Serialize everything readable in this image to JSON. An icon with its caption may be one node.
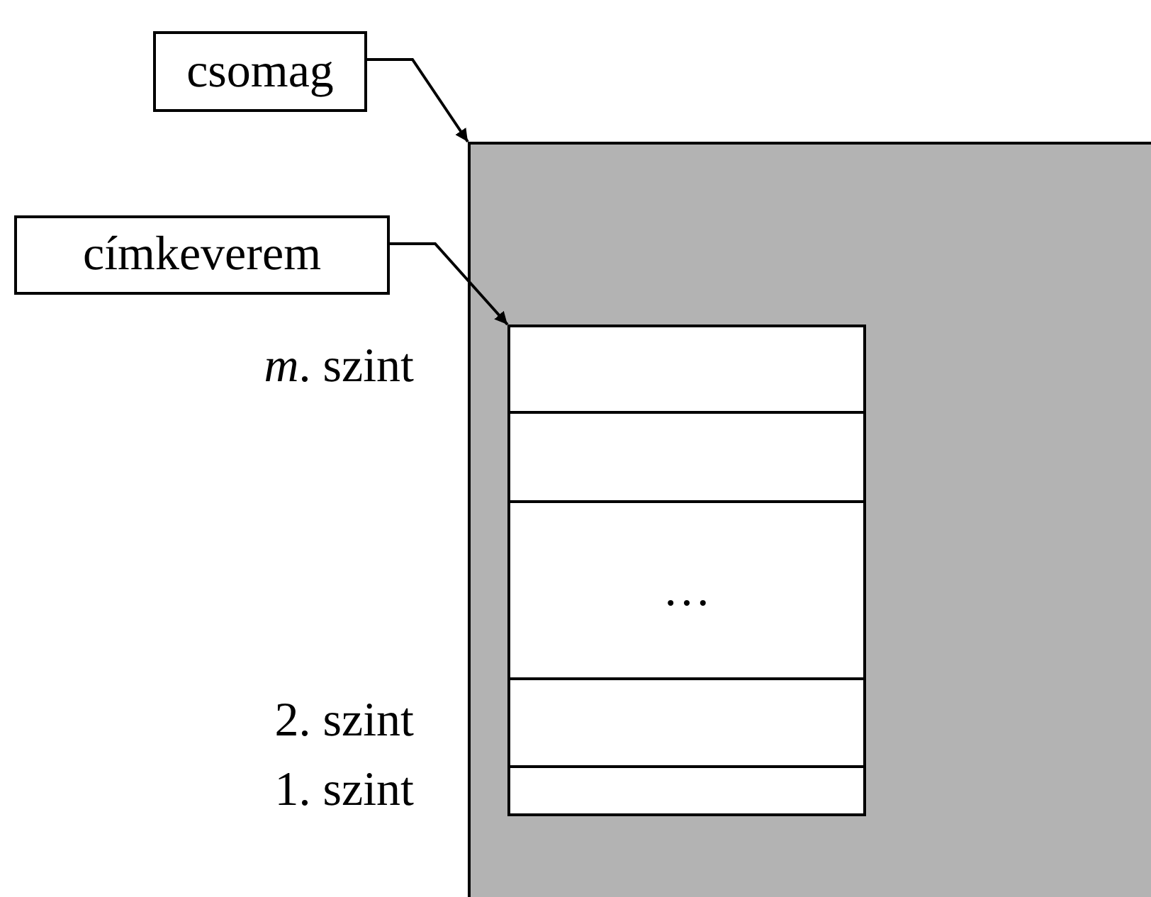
{
  "diagram": {
    "nodes": [
      {
        "text": [
          "csomag"
        ]
      },
      {
        "text": [],
        "shape": "box"
      },
      {
        "text": [
          "címkeverem"
        ]
      },
      {
        "text": [],
        "shape": "box",
        "in": 1
      },
      {
        "text": [],
        "shape": "box",
        "in": 1
      },
      {
        "text": [
          "…"
        ],
        "in": 1
      },
      {
        "text": [],
        "shape": "box",
        "in": 1
      },
      {
        "text": [],
        "shape": "box",
        "in": 1
      }
    ],
    "edges": [
      {
        "from": 0,
        "to": 1,
        "arrow": "to"
      },
      {
        "from": 2,
        "to": 3,
        "arrow": "to"
      }
    ],
    "labels": [
      "*m*. szint",
      "2. szint",
      "1. szint"
    ]
  }
}
